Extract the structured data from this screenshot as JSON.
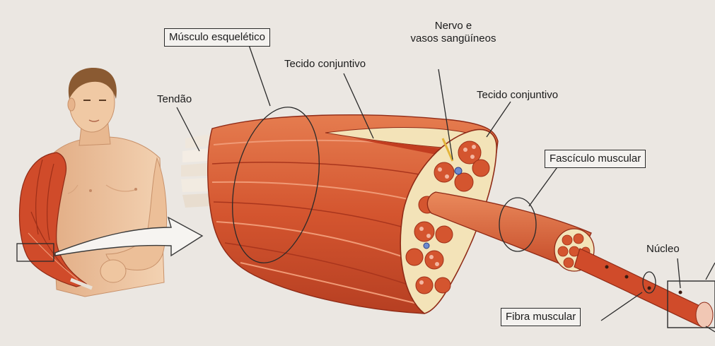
{
  "labels": {
    "musculo": "Músculo esquelético",
    "tecido1": "Tecido conjuntivo",
    "nervo_line1": "Nervo e",
    "nervo_line2": "vasos sangüíneos",
    "tecido2": "Tecido conjuntivo",
    "tendao": "Tendão",
    "fasciculo": "Fascículo muscular",
    "nucleo": "Núcleo",
    "fibra": "Fibra muscular"
  },
  "colors": {
    "background": "#ebe7e2",
    "muscle": "#d4552f",
    "muscle_light": "#ea8a5c",
    "muscle_dark": "#a9351d",
    "skin": "#efc6a0",
    "connective": "#f3e3b8"
  }
}
